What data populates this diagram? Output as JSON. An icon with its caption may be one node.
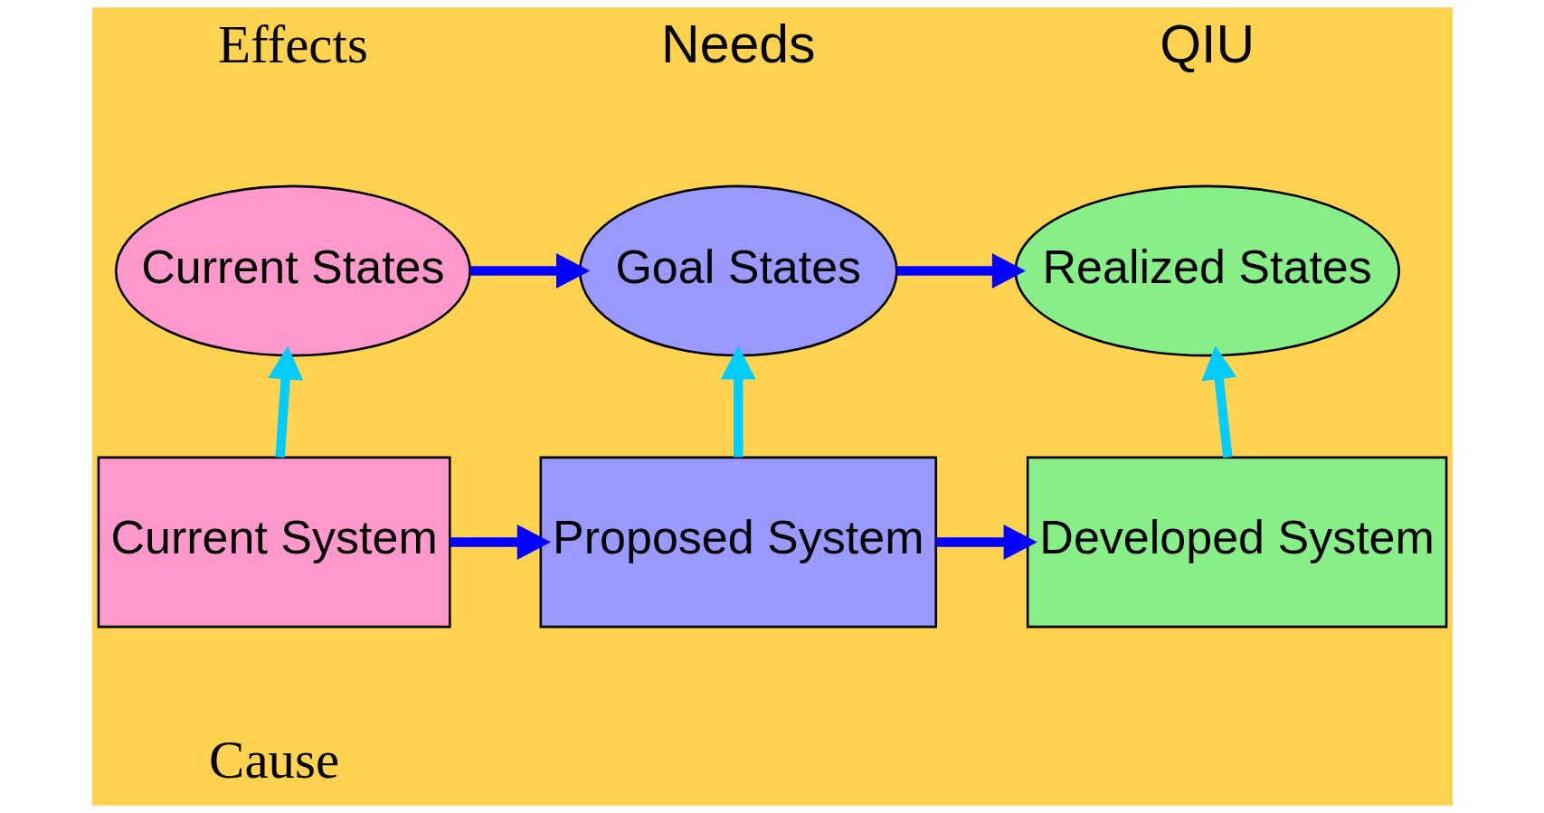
{
  "diagram": {
    "nodes": [
      {
        "text": [
          "Current States"
        ]
      },
      {
        "text": [
          "Goal States"
        ]
      },
      {
        "text": [
          "Realized States"
        ]
      },
      {
        "text": [
          "Current System"
        ]
      },
      {
        "text": [
          "Proposed System"
        ]
      },
      {
        "text": [
          "Developed System"
        ]
      }
    ],
    "edges": [
      {
        "from": 0,
        "to": 1,
        "arrow": "to",
        "color": "#0000ff"
      },
      {
        "from": 1,
        "to": 2,
        "arrow": "to",
        "color": "#0000ff"
      },
      {
        "from": 3,
        "to": 0,
        "arrow": "to",
        "color": "#00ccff"
      },
      {
        "from": 4,
        "to": 1,
        "arrow": "to",
        "color": "#00ccff"
      },
      {
        "from": 5,
        "to": 2,
        "arrow": "to",
        "color": "#00ccff"
      },
      {
        "from": 3,
        "to": 4,
        "arrow": "to",
        "color": "#0000ff"
      },
      {
        "from": 4,
        "to": 5,
        "arrow": "to",
        "color": "#0000ff"
      }
    ],
    "labels": [
      "Effects",
      "Needs",
      "QIU",
      "Cause"
    ]
  }
}
